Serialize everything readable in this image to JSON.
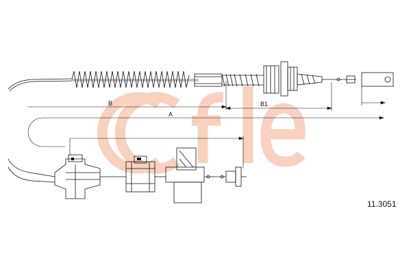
{
  "drawing": {
    "part_number": "11.3051",
    "dimension_labels": {
      "b": "B",
      "a": "A",
      "b1": "B1"
    },
    "watermark": {
      "text": "cofle",
      "color": "#f7c9b5"
    },
    "line_color": "#111111",
    "dim_color": "#cc2222"
  }
}
